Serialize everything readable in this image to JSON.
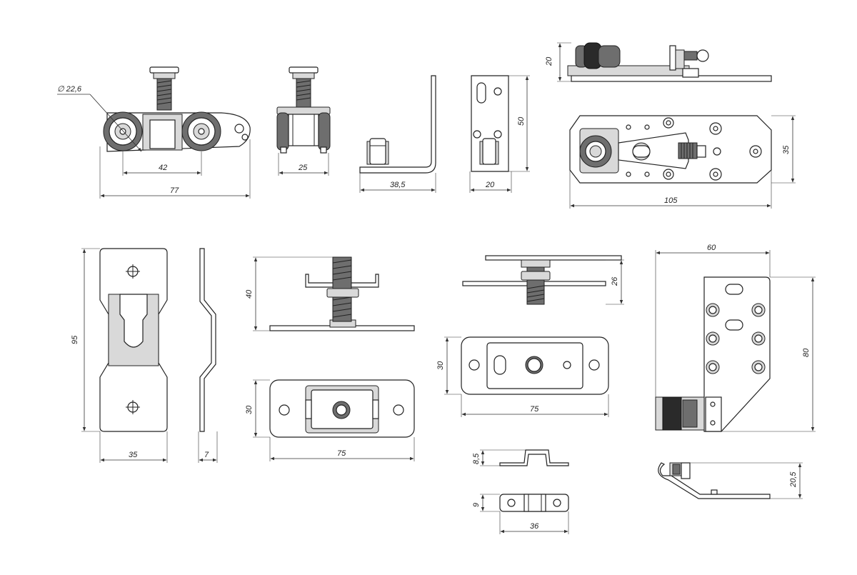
{
  "drawing": {
    "dimensions": {
      "roller_diameter": "∅ 22,6",
      "roller_axle_spacing": "42",
      "roller_length": "77",
      "roller_width": "25",
      "stopper_width": "38,5",
      "guide_width": "20",
      "guide_height": "50",
      "top_height": "20",
      "top_width": "35",
      "top_length": "105",
      "bracket_height": "95",
      "bracket_width": "35",
      "bracket_thickness": "7",
      "bolt_height": "40",
      "plate_height": "30",
      "plate_width": "75",
      "washer_height": "26",
      "slot_height": "30",
      "slot_width": "75",
      "clip_height": "8,5",
      "clip_thickness": "9",
      "clip_width": "36",
      "hinge_width": "60",
      "hinge_height": "80",
      "hinge_side_height": "20,5"
    }
  }
}
